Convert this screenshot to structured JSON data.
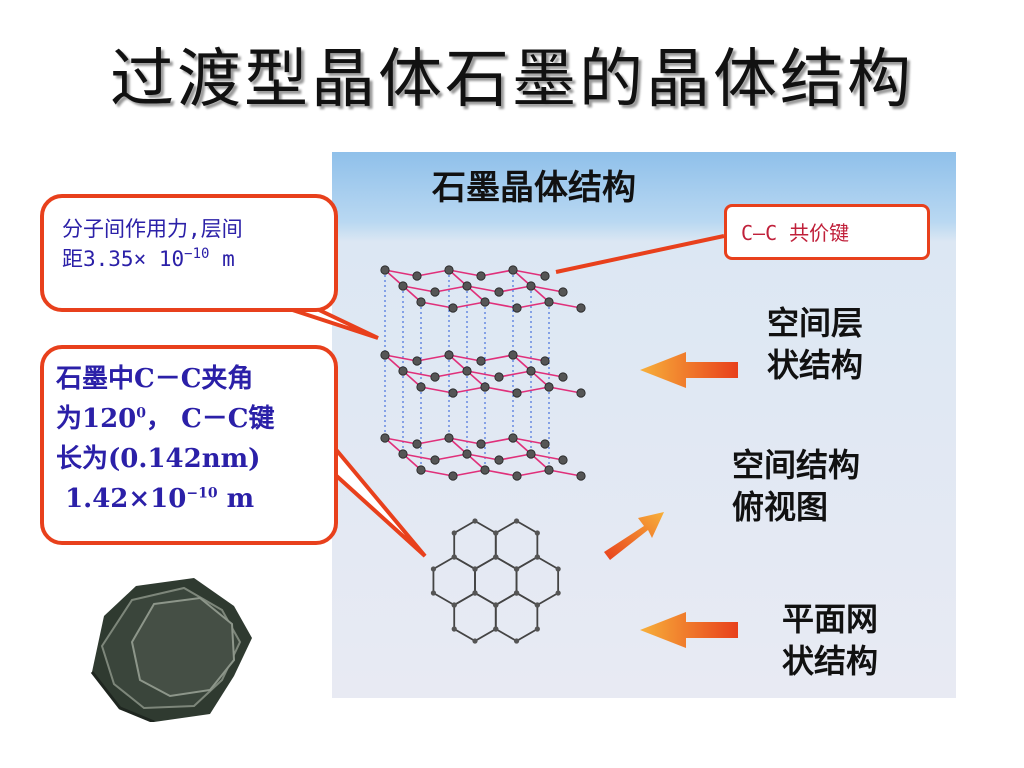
{
  "slide": {
    "title": "过渡型晶体石墨的晶体结构"
  },
  "panel": {
    "title": "石墨晶体结构",
    "labels": {
      "layer_line1": "空间层",
      "layer_line2": "状结构",
      "top_line1": "空间结构",
      "top_line2": "俯视图",
      "plane_line1": "平面网",
      "plane_line2": "状结构"
    }
  },
  "callouts": {
    "interlayer": {
      "line1": "分子间作用力,层间",
      "line2_prefix": "距3.35×  10",
      "line2_exp": "−10",
      "line2_unit": " m"
    },
    "bond": {
      "line1": "石墨中C－C夹角",
      "line2_prefix": "为120",
      "line2_sup": "0",
      "line2_suffix": "， C－C键",
      "line3": "长为(0.142nm)",
      "line4_prefix": "1.42×10",
      "line4_exp": "−10",
      "line4_unit": " m"
    },
    "covalent": {
      "text": "C—C 共价键"
    }
  },
  "colors": {
    "callout_border": "#e8401c",
    "callout_text": "#2b20a8",
    "covalent_text": "#c0203a",
    "bond_pink": "#e0307a",
    "interlayer_blue": "#2a5ad8",
    "atom_gray": "#555555",
    "arrow_orange": "#f06a1a"
  }
}
